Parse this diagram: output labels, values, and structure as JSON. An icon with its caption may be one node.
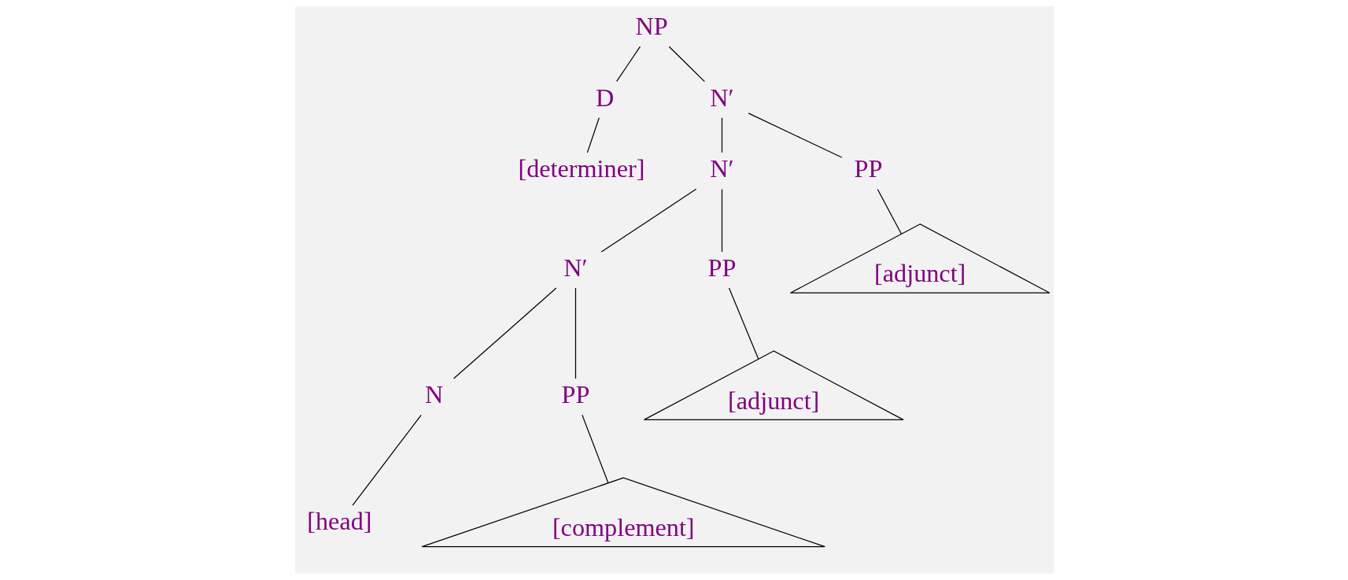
{
  "diagram": {
    "nodes": [
      {
        "text": [
          "NP"
        ]
      },
      {
        "text": [
          "D"
        ]
      },
      {
        "text": [
          "N′"
        ]
      },
      {
        "text": [
          "[determiner]"
        ]
      },
      {
        "text": [
          "N′"
        ]
      },
      {
        "text": [
          "PP"
        ]
      },
      {
        "text": [
          "N′"
        ]
      },
      {
        "text": [
          "PP"
        ]
      },
      {
        "text": [
          "[adjunct]"
        ]
      },
      {
        "text": [
          "N"
        ]
      },
      {
        "text": [
          "PP"
        ]
      },
      {
        "text": [
          "[adjunct]"
        ]
      },
      {
        "text": [
          "[head]"
        ]
      },
      {
        "text": [
          "[complement]"
        ]
      }
    ],
    "edges": [
      {
        "from": 0,
        "to": 1,
        "arrow": "none"
      },
      {
        "from": 0,
        "to": 2,
        "arrow": "none"
      },
      {
        "from": 1,
        "to": 3,
        "arrow": "none"
      },
      {
        "from": 2,
        "to": 4,
        "arrow": "none"
      },
      {
        "from": 2,
        "to": 5,
        "arrow": "none"
      },
      {
        "from": 4,
        "to": 6,
        "arrow": "none"
      },
      {
        "from": 4,
        "to": 7,
        "arrow": "none"
      },
      {
        "from": 5,
        "to": 8,
        "arrow": "none"
      },
      {
        "from": 6,
        "to": 9,
        "arrow": "none"
      },
      {
        "from": 6,
        "to": 10,
        "arrow": "none"
      },
      {
        "from": 7,
        "to": 11,
        "arrow": "none"
      },
      {
        "from": 9,
        "to": 12,
        "arrow": "none"
      },
      {
        "from": 10,
        "to": 13,
        "arrow": "none"
      }
    ]
  }
}
